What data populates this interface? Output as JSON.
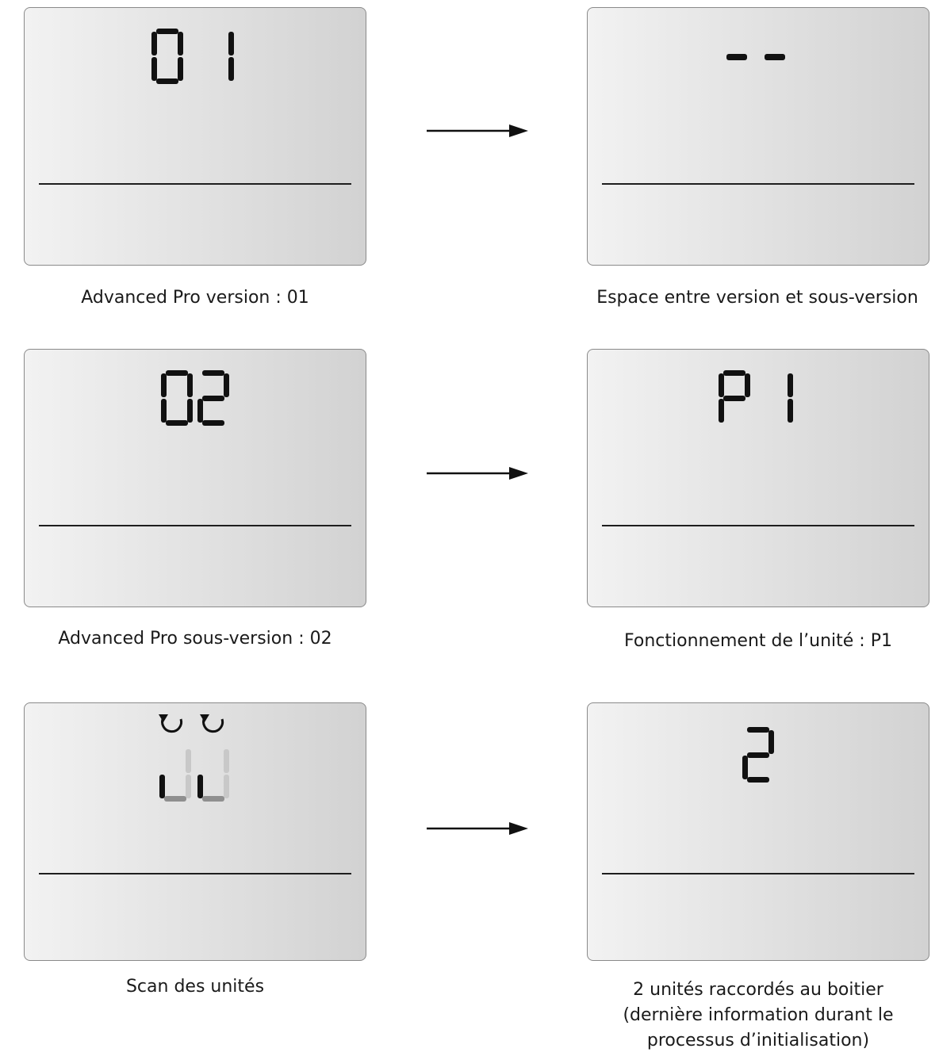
{
  "panels": [
    {
      "id": "p1",
      "value": "01",
      "caption": "Advanced Pro version : 01"
    },
    {
      "id": "p2",
      "value": "--",
      "caption": "Espace entre version et sous-version"
    },
    {
      "id": "p3",
      "value": "02",
      "caption": "Advanced Pro sous-version : 02"
    },
    {
      "id": "p4",
      "value": "P1",
      "caption": "Fonctionnement de l’unité :  P1"
    },
    {
      "id": "p5",
      "value": "UU",
      "caption": "Scan des unités",
      "icons": [
        "refresh-icon",
        "refresh-icon"
      ]
    },
    {
      "id": "p6",
      "value": "2",
      "caption": "2 unités raccordés au boitier\n(dernière information durant le\nprocessus d’initialisation)"
    }
  ],
  "colors": {
    "lcd_light": "#f2f2f2",
    "lcd_dark": "#d2d2d2",
    "segment": "#111111",
    "segment_dim": "#c8c8c8"
  }
}
